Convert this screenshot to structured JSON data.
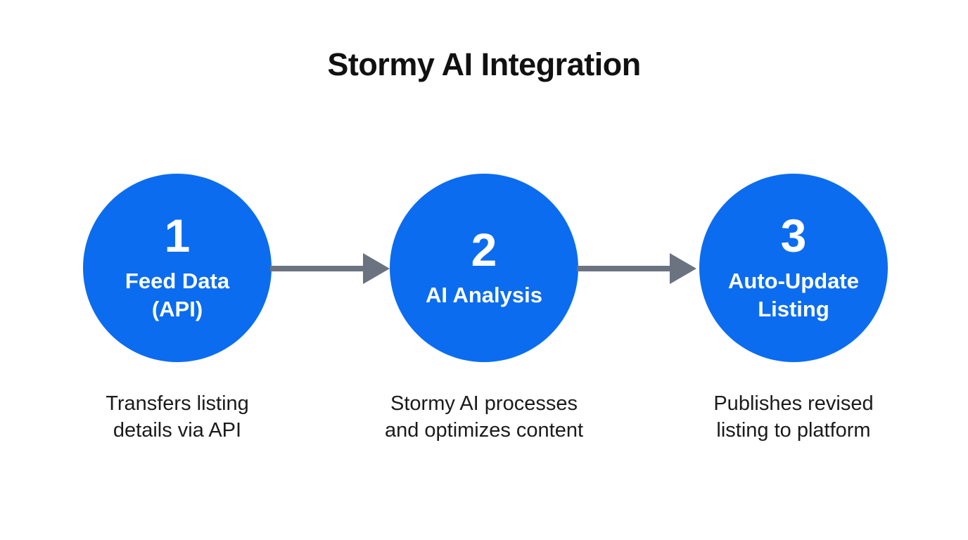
{
  "title": "Stormy AI Integration",
  "colors": {
    "circle_fill": "#0b6cf0",
    "arrow_fill": "#6b7280",
    "circle_text": "#ffffff",
    "title_text": "#111111",
    "caption_text": "#1b1b1b",
    "background": "#ffffff"
  },
  "steps": [
    {
      "number": "1",
      "label": "Feed Data\n(API)",
      "caption": "Transfers listing\ndetails via API"
    },
    {
      "number": "2",
      "label": "AI Analysis",
      "caption": "Stormy AI processes\nand optimizes content"
    },
    {
      "number": "3",
      "label": "Auto-Update\nListing",
      "caption": "Publishes revised\nlisting to platform"
    }
  ]
}
